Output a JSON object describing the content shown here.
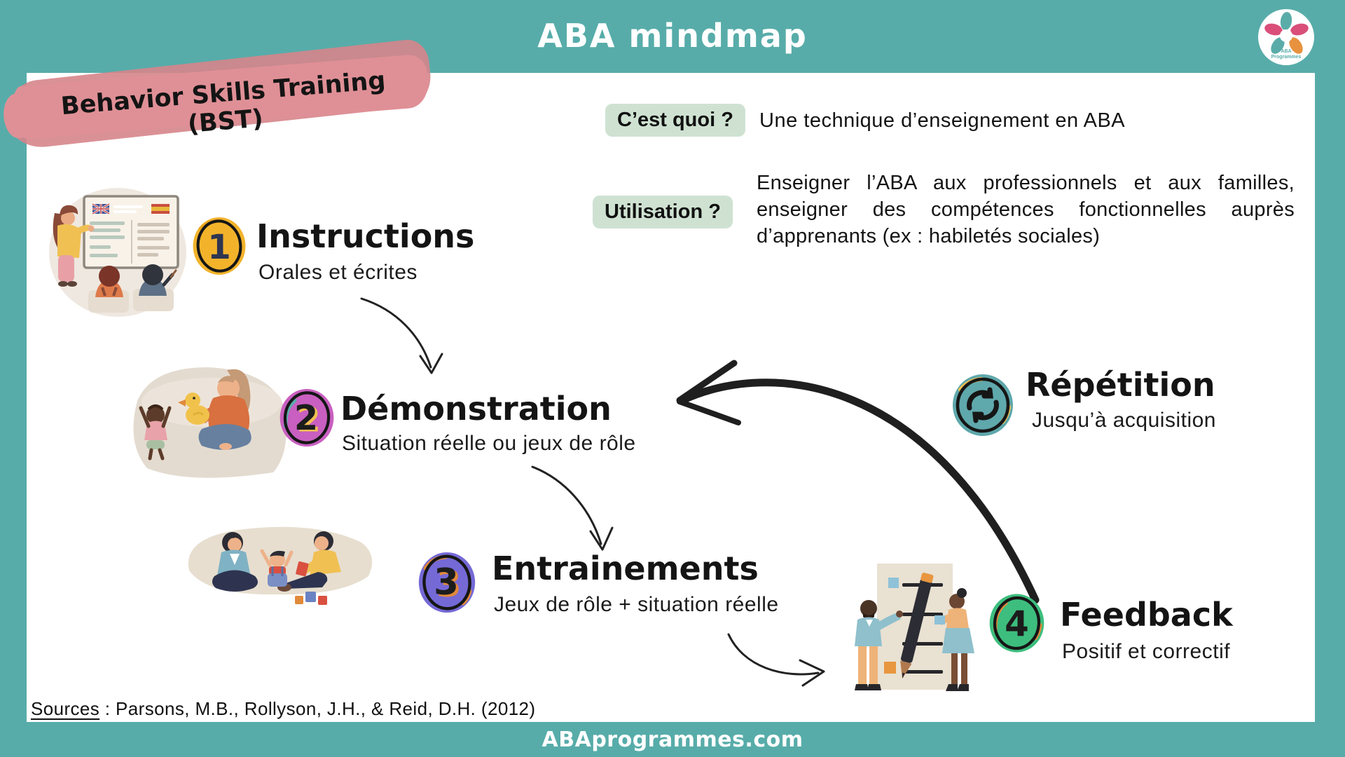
{
  "page": {
    "bg_color": "#57ACA9",
    "title": "ABA mindmap",
    "banner": "Behavior Skills Training (BST)",
    "footer": "ABAprogrammes.com",
    "sources_label": "Sources",
    "sources_rest": " : Parsons, M.B., Rollyson, J.H., & Reid, D.H. (2012)"
  },
  "logo": {
    "line1": "ABA",
    "line2": "Programmes"
  },
  "qa": [
    {
      "label": "C’est quoi ?",
      "text": "Une technique d’enseignement en ABA"
    },
    {
      "label": "Utilisation ?",
      "text": "Enseigner l’ABA aux professionnels et aux familles, enseigner des compétences fonctionnelles auprès d’apprenants (ex : habiletés sociales)"
    }
  ],
  "steps": [
    {
      "number": "1",
      "title": "Instructions",
      "subtitle": "Orales et écrites",
      "color": "#F2B32B"
    },
    {
      "number": "2",
      "title": "Démonstration",
      "subtitle": "Situation réelle ou jeux de rôle",
      "color": "#C95FC0"
    },
    {
      "number": "3",
      "title": "Entrainements",
      "subtitle": "Jeux de rôle + situation réelle",
      "color": "#7569D6"
    },
    {
      "number": "4",
      "title": "Feedback",
      "subtitle": "Positif et correctif",
      "color": "#3DBE7E"
    }
  ],
  "repetition": {
    "title": "Répétition",
    "subtitle": "Jusqu’à acquisition",
    "color": "#5FA8AC"
  },
  "colors": {
    "banner_pink": "#DF9096",
    "pill_green": "#CFE2D2",
    "ink": "#1A1A1A",
    "frame_teal": "#57ACA9"
  }
}
